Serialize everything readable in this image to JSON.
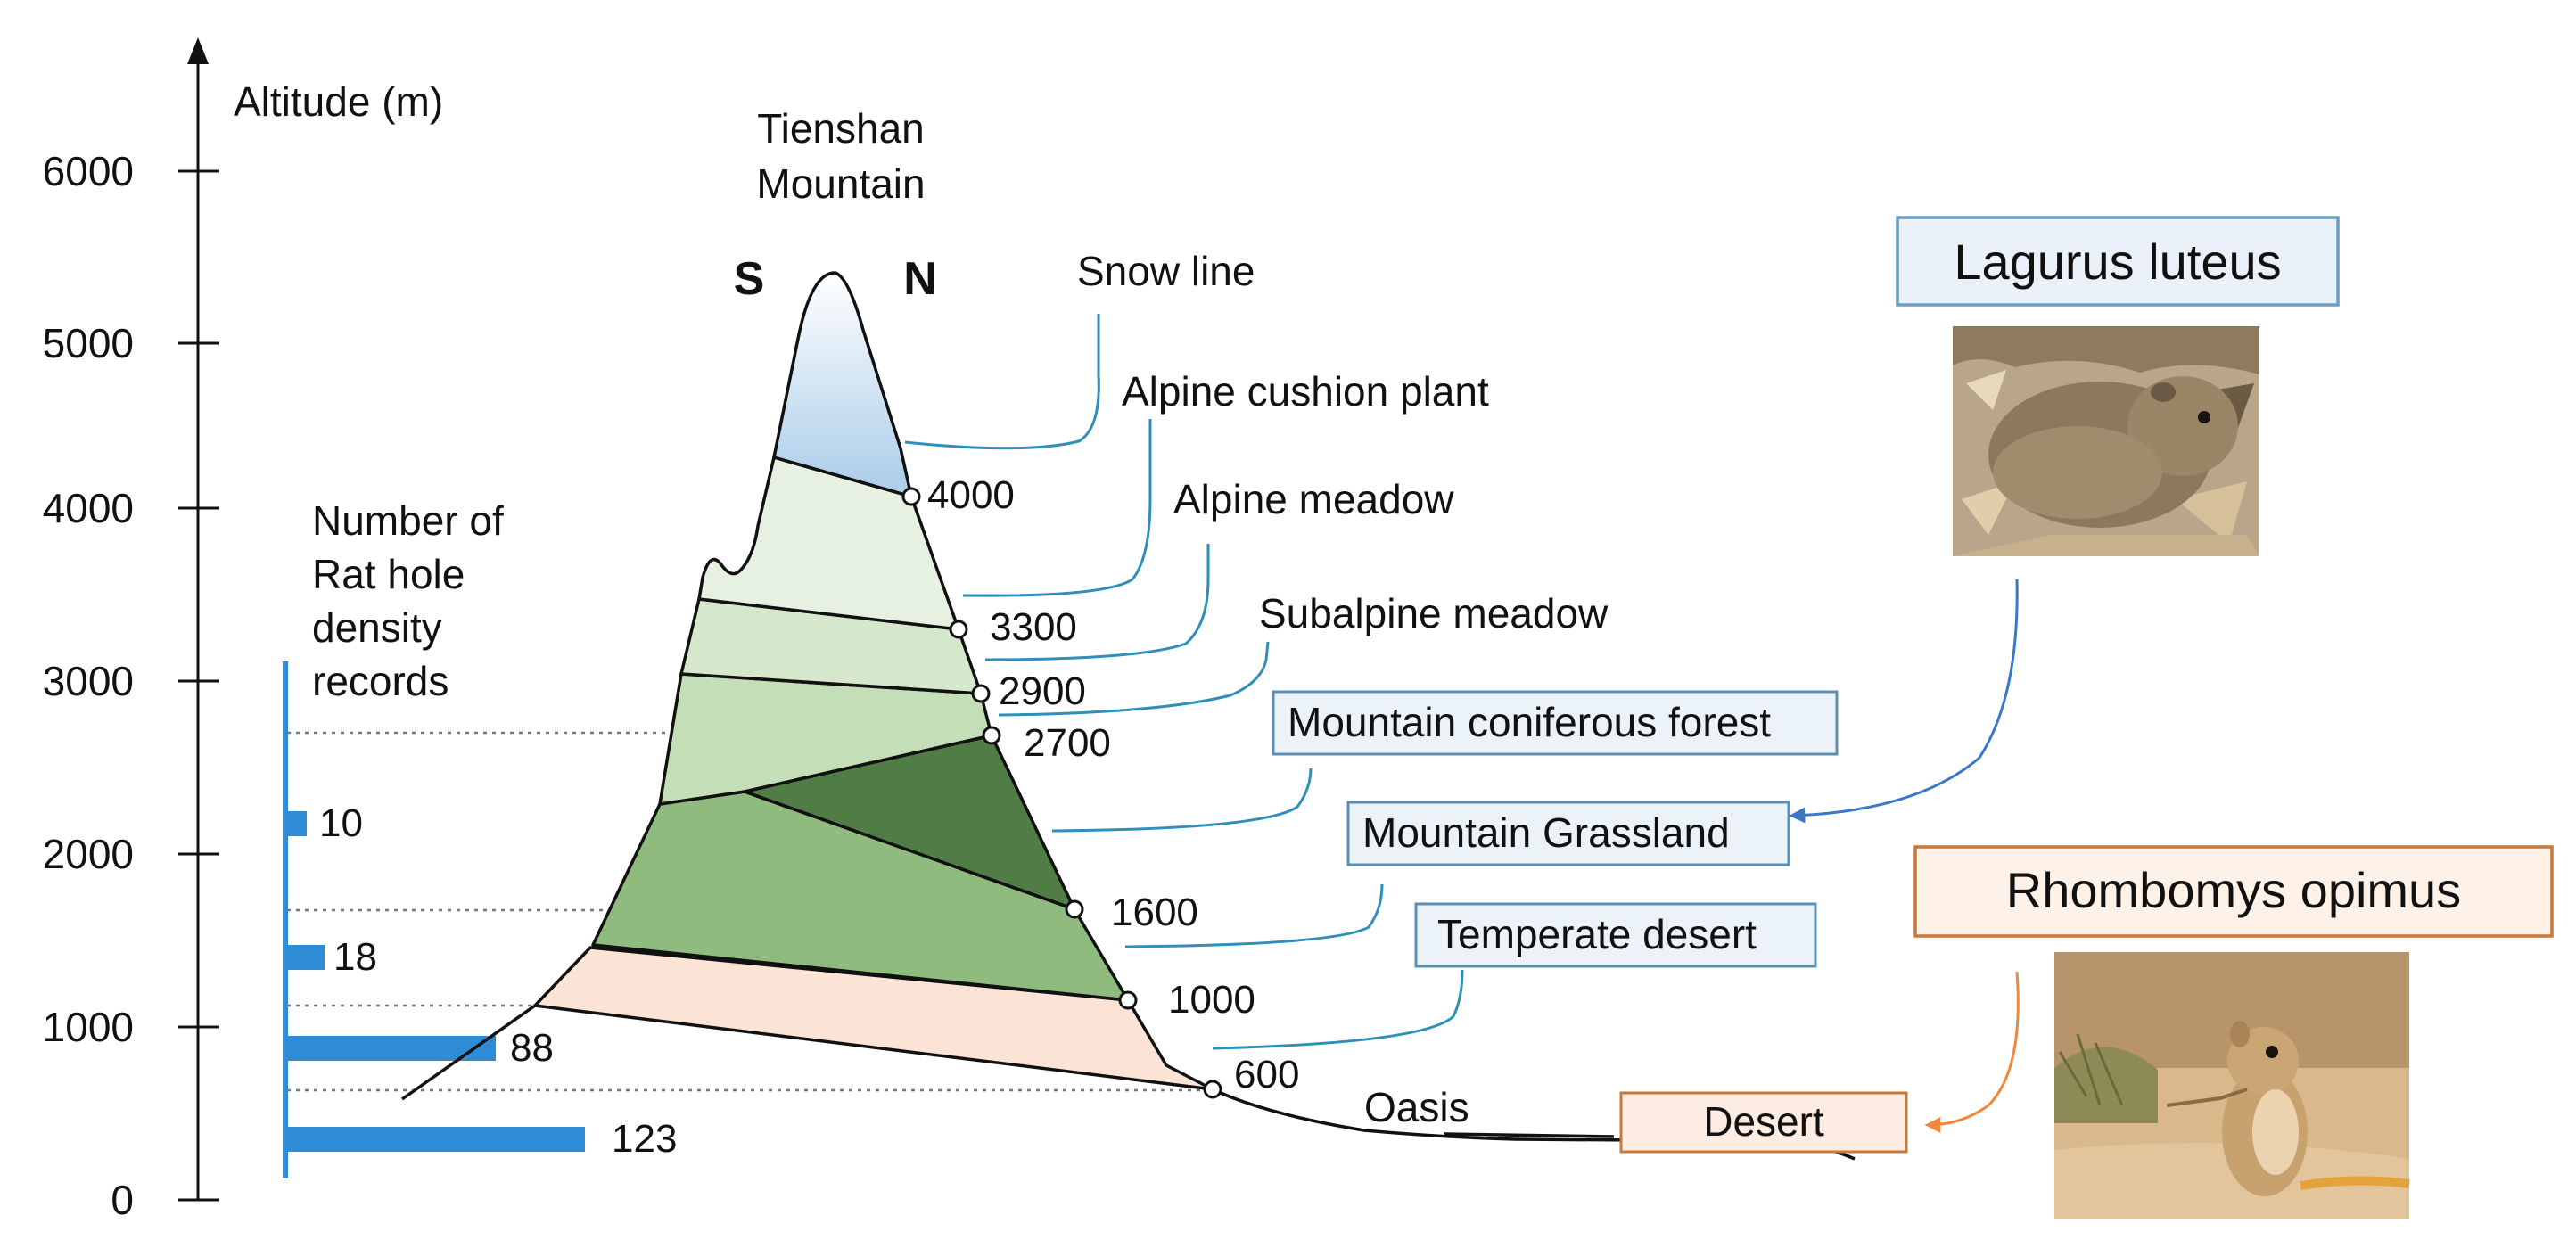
{
  "axis": {
    "title": "Altitude (m)",
    "ticks": [
      "0",
      "1000",
      "2000",
      "3000",
      "4000",
      "5000",
      "6000"
    ]
  },
  "mountain": {
    "title_line1": "Tienshan",
    "title_line2": "Mountain",
    "south": "S",
    "north": "N"
  },
  "zones": {
    "snow_line": "Snow line",
    "alpine_cushion": "Alpine cushion plant",
    "alpine_meadow": "Alpine meadow",
    "subalpine_meadow": "Subalpine meadow",
    "coniferous_forest": "Mountain coniferous forest",
    "grassland": "Mountain Grassland",
    "temperate_desert": "Temperate desert",
    "oasis": "Oasis",
    "desert": "Desert"
  },
  "altitude_markers": [
    "4000",
    "3300",
    "2900",
    "2700",
    "1600",
    "1000",
    "600"
  ],
  "records": {
    "title_line1": "Number of",
    "title_line2": "Rat hole",
    "title_line3": "density",
    "title_line4": "records",
    "bars": [
      {
        "value": "10"
      },
      {
        "value": "18"
      },
      {
        "value": "88"
      },
      {
        "value": "123"
      }
    ]
  },
  "species": {
    "lagurus": "Lagurus luteus",
    "rhombomys": "Rhombomys opimus"
  },
  "colors": {
    "snow": "#a9cbe8",
    "alpine_cushion": "#e6f1e1",
    "alpine_meadow": "#d5e8cc",
    "subalpine": "#c4dfb8",
    "coniferous": "#4f7d45",
    "grassland": "#8fbb7f",
    "temperate_desert": "#fbe3d6",
    "bar": "#2e8bd6",
    "lagurus_border": "#6a9ec0",
    "rhombomys_border": "#c87838",
    "desert_border": "#c87838",
    "blue_arrow": "#3a78c8",
    "orange_arrow": "#f0883c"
  }
}
